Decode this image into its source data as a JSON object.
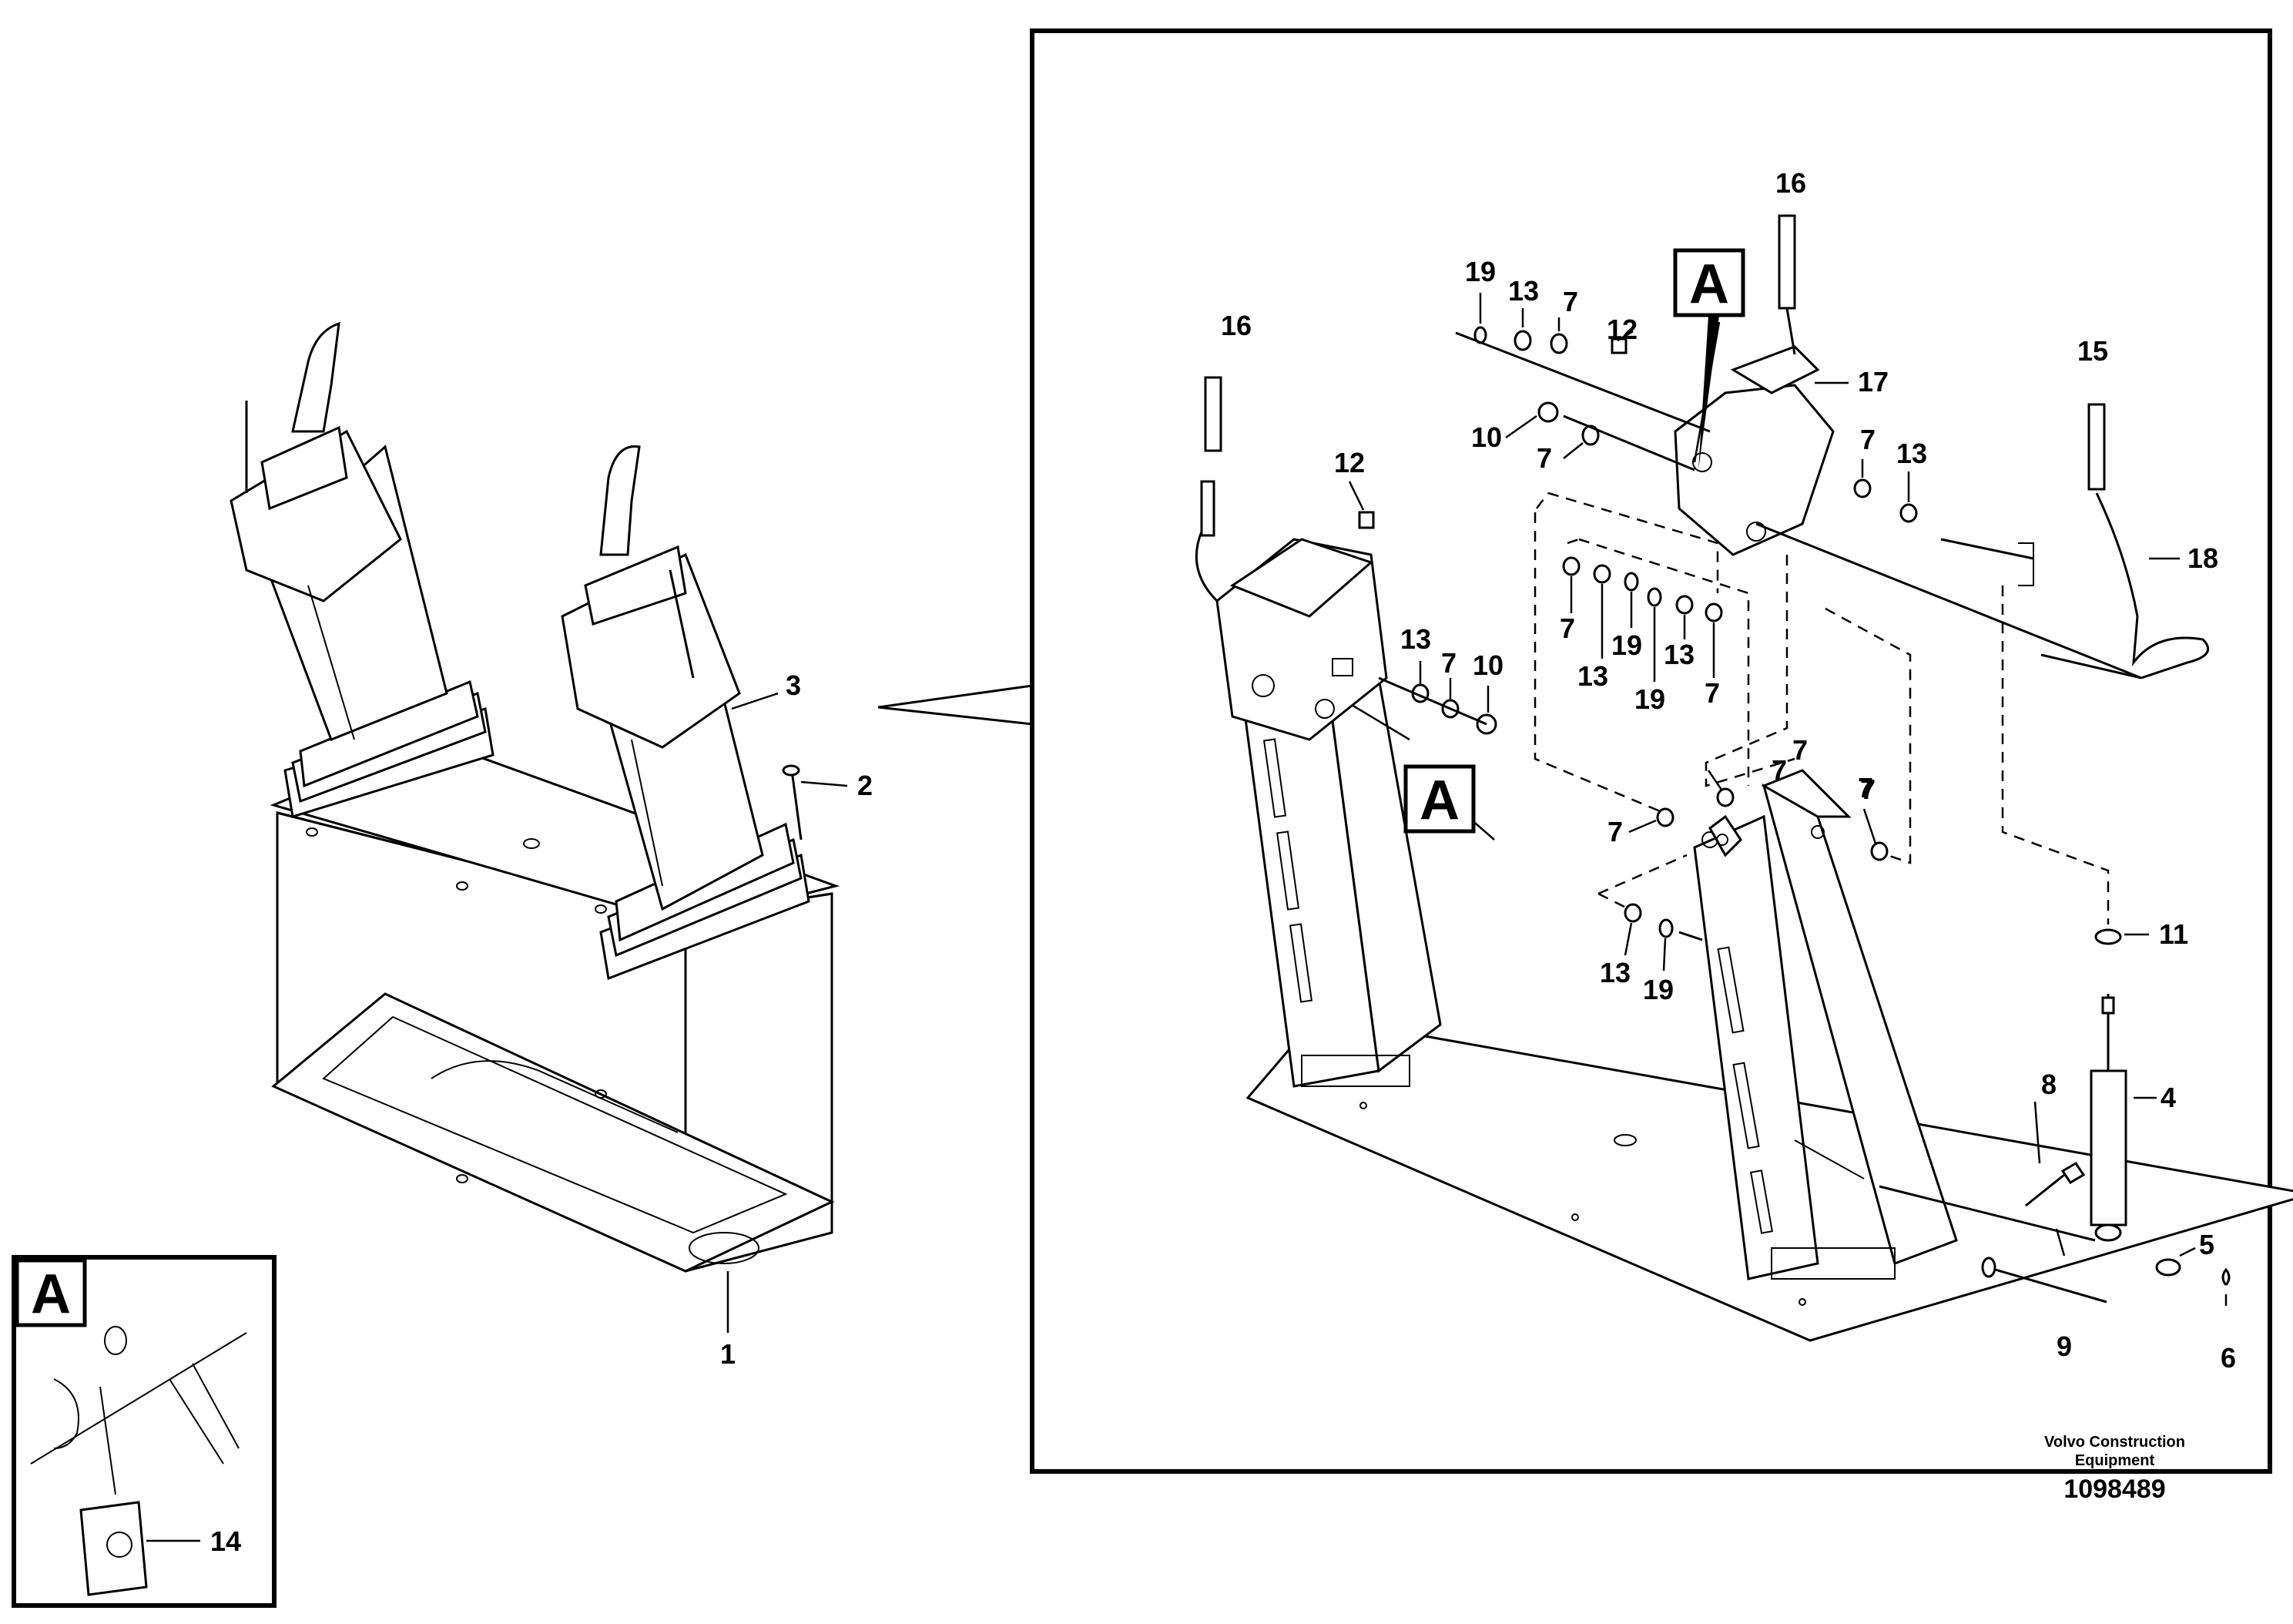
{
  "detail_tag": "A",
  "callouts": {
    "c1": "1",
    "c2": "2",
    "c3": "3",
    "c4": "4",
    "c5": "5",
    "c6": "6",
    "c7a": "7",
    "c7b": "7",
    "c7c": "7",
    "c7d": "7",
    "c7e": "7",
    "c7f": "7",
    "c7g": "7",
    "c7h": "7",
    "c7i": "7",
    "c7j": "7",
    "c7k": "7",
    "c8": "8",
    "c9": "9",
    "c10a": "10",
    "c10b": "10",
    "c11": "11",
    "c12a": "12",
    "c12b": "12",
    "c13a": "13",
    "c13b": "13",
    "c13c": "13",
    "c13d": "13",
    "c13e": "13",
    "c13f": "13",
    "c14": "14",
    "c15": "15",
    "c16a": "16",
    "c16b": "16",
    "c17": "17",
    "c18": "18",
    "c19a": "19",
    "c19b": "19",
    "c19c": "19",
    "c19d": "19"
  },
  "footer": {
    "brand_line1": "Volvo Construction",
    "brand_line2": "Equipment",
    "drawing_number": "1098489"
  }
}
